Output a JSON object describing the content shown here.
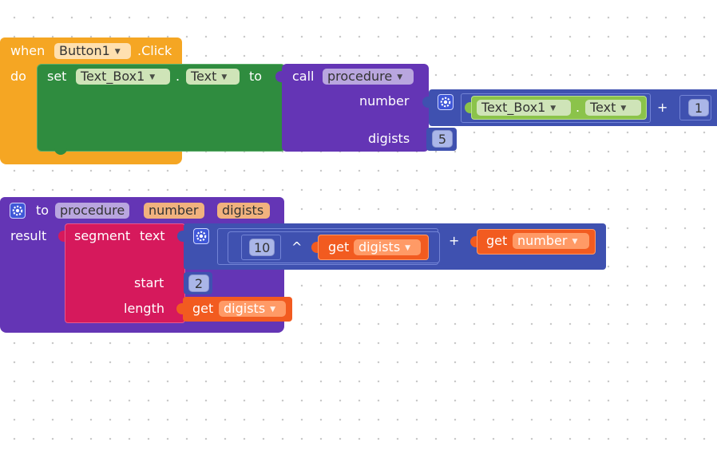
{
  "event_block": {
    "when_label": "when",
    "component": "Button1",
    "event_label": ".Click",
    "do_label": "do"
  },
  "set_block": {
    "set_label": "set",
    "component": "Text_Box1",
    "dot": ".",
    "property": "Text",
    "to_label": "to"
  },
  "call_block": {
    "call_label": "call",
    "procedure": "procedure",
    "arg1_label": "number",
    "arg2_label": "digists",
    "arg2_value": "5"
  },
  "add_block_top": {
    "getter_component": "Text_Box1",
    "getter_dot": ".",
    "getter_property": "Text",
    "plus": "+",
    "value": "1"
  },
  "procedure_block": {
    "to_label": "to",
    "name": "procedure",
    "param1": "number",
    "param2": "digists",
    "result_label": "result"
  },
  "segment_block": {
    "segment_label": "segment",
    "text_label": "text",
    "start_label": "start",
    "start_value": "2",
    "length_label": "length"
  },
  "math_block": {
    "base": "10",
    "caret": "^",
    "get_label": "get",
    "exponent_var": "digists",
    "plus": "+",
    "get2_label": "get",
    "var2": "number"
  },
  "length_getter": {
    "get_label": "get",
    "var": "digists"
  },
  "colors": {
    "event": "#f5a623",
    "set": "#2f8c3f",
    "procedure": "#6435b5",
    "math": "#3f51b0",
    "text": "#d6195c",
    "variable": "#f25b20",
    "component_getter": "#8bc34a"
  }
}
